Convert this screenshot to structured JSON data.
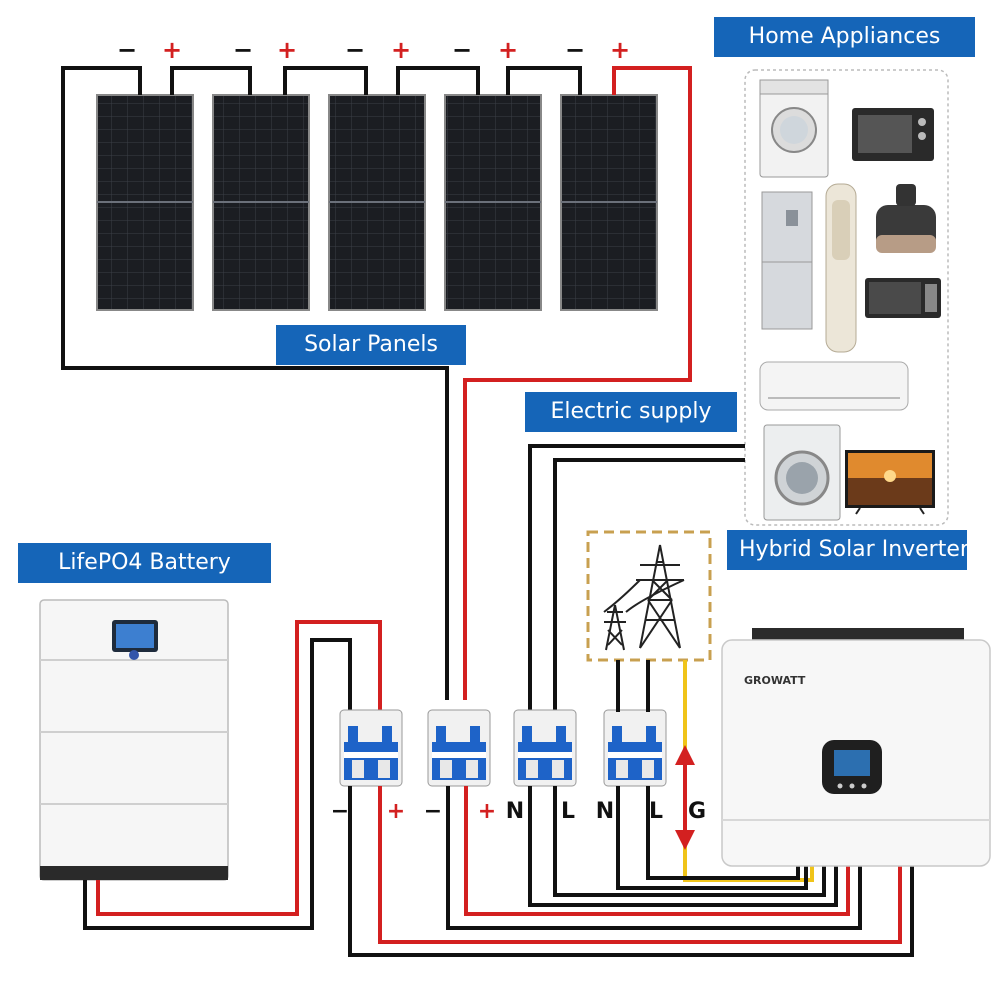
{
  "labels": {
    "home_appliances": "Home Appliances",
    "solar_panels": "Solar Panels",
    "electric_supply": "Electric supply",
    "lifepo4_battery": "LifePO4 Battery",
    "hybrid_solar_inverter": "Hybrid Solar Inverter"
  },
  "panel_polarity": {
    "minus": "−",
    "plus": "+"
  },
  "breaker_terminals": [
    "−",
    "+",
    "−",
    "+",
    "N",
    "L",
    "N",
    "L",
    "G"
  ],
  "inverter_brand": "GROWATT",
  "colors": {
    "label_bg": "#1565b8",
    "positive_wire": "#d32020",
    "negative_wire": "#111111",
    "ground_wire": "#f0c419",
    "grid_box_border": "#c8a050",
    "breaker_blue": "#1e63c8"
  }
}
